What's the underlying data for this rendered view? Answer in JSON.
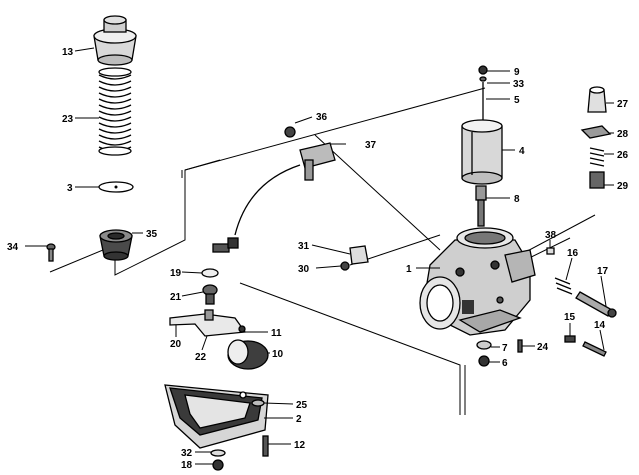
{
  "diagram": {
    "labels": [
      {
        "id": "p13",
        "text": "13"
      },
      {
        "id": "p23",
        "text": "23"
      },
      {
        "id": "p3",
        "text": "3"
      },
      {
        "id": "p35",
        "text": "35"
      },
      {
        "id": "p34",
        "text": "34"
      },
      {
        "id": "p36",
        "text": "36"
      },
      {
        "id": "p37",
        "text": "37"
      },
      {
        "id": "p9",
        "text": "9"
      },
      {
        "id": "p33",
        "text": "33"
      },
      {
        "id": "p5",
        "text": "5"
      },
      {
        "id": "p4",
        "text": "4"
      },
      {
        "id": "p8",
        "text": "8"
      },
      {
        "id": "p27",
        "text": "27"
      },
      {
        "id": "p28",
        "text": "28"
      },
      {
        "id": "p26",
        "text": "26"
      },
      {
        "id": "p29",
        "text": "29"
      },
      {
        "id": "p31",
        "text": "31"
      },
      {
        "id": "p30",
        "text": "30"
      },
      {
        "id": "p38",
        "text": "38"
      },
      {
        "id": "p1",
        "text": "1"
      },
      {
        "id": "p16",
        "text": "16"
      },
      {
        "id": "p17",
        "text": "17"
      },
      {
        "id": "p19",
        "text": "19"
      },
      {
        "id": "p21",
        "text": "21"
      },
      {
        "id": "p11",
        "text": "11"
      },
      {
        "id": "p20",
        "text": "20"
      },
      {
        "id": "p22",
        "text": "22"
      },
      {
        "id": "p10",
        "text": "10"
      },
      {
        "id": "p15",
        "text": "15"
      },
      {
        "id": "p14",
        "text": "14"
      },
      {
        "id": "p7",
        "text": "7"
      },
      {
        "id": "p24",
        "text": "24"
      },
      {
        "id": "p6",
        "text": "6"
      },
      {
        "id": "p25",
        "text": "25"
      },
      {
        "id": "p2",
        "text": "2"
      },
      {
        "id": "p12",
        "text": "12"
      },
      {
        "id": "p32",
        "text": "32"
      },
      {
        "id": "p18",
        "text": "18"
      }
    ]
  }
}
